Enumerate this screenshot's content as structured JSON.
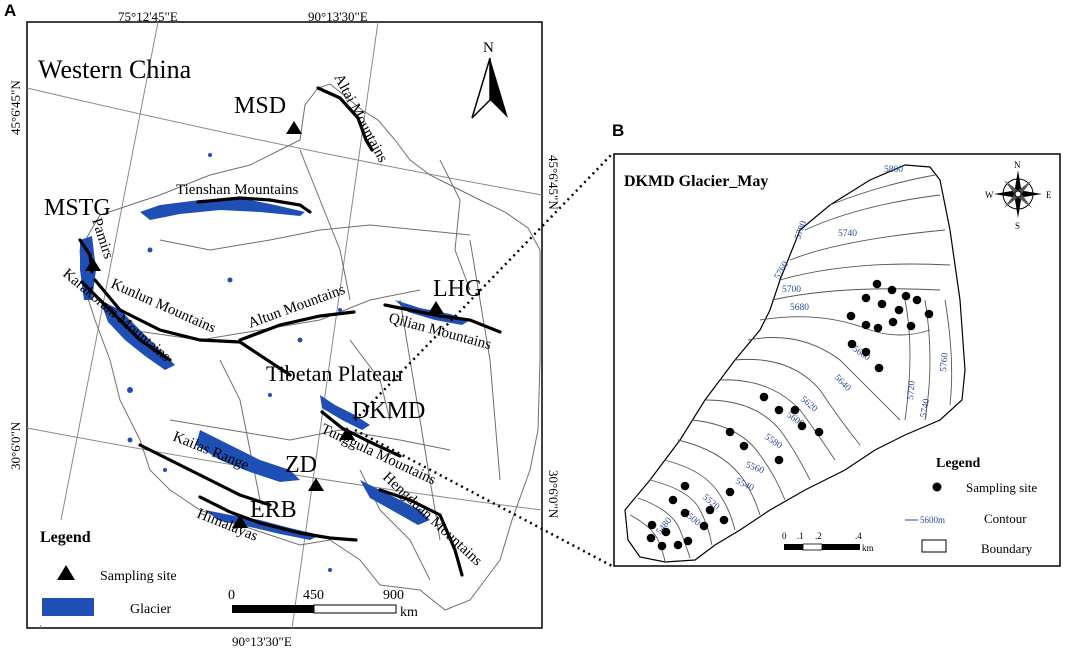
{
  "panel_a": {
    "label": "A",
    "title": "Western China",
    "north": "N",
    "coords": {
      "top_left": "75°12'45\"E",
      "top_right": "90°13'30\"E",
      "bottom": "90°13'30\"E",
      "left_upper": "45°6'45\"N",
      "left_lower": "30°6'0\"N",
      "right_upper": "45°6'45\"N",
      "right_lower": "30°6'0\"N"
    },
    "sites": {
      "msd": "MSD",
      "mstg": "MSTG",
      "lhg": "LHG",
      "dkmd": "DKMD",
      "zd": "ZD",
      "erb": "ERB"
    },
    "ranges": {
      "altai": "Altai Mountains",
      "tienshan": "Tienshan Mountains",
      "pamirs": "Pamirs",
      "karakoram": "Karakoram Mountains",
      "kunlun": "Kunlun Mountains",
      "altun": "Altun Mountains",
      "qilian": "Qilian Mountains",
      "plateau": "Tibetan Plateau",
      "tanggula": "Tunggula Mountains",
      "kailas": "Kailas Range",
      "hengduan": "Hengduan Mountains",
      "himalayas": "Himalayas"
    },
    "legend": {
      "title": "Legend",
      "sampling_site": "Sampling site",
      "glacier": "Glacier"
    },
    "scale": {
      "t0": "0",
      "t1": "450",
      "t2": "900",
      "unit": "km"
    }
  },
  "panel_b": {
    "label": "B",
    "title": "DKMD Glacier_May",
    "compass": {
      "n": "N",
      "s": "S",
      "e": "E",
      "w": "W"
    },
    "contours": [
      "5800",
      "5780",
      "5740",
      "5760",
      "5700",
      "5680",
      "5660",
      "5640",
      "5620",
      "5600",
      "5580",
      "5560",
      "5540",
      "5520",
      "5500",
      "5480",
      "5720",
      "5740",
      "5760"
    ],
    "legend": {
      "title": "Legend",
      "sampling_site": "Sampling site",
      "contour_sample": "5600m",
      "contour": "Contour",
      "boundary": "Boundary"
    },
    "scale": {
      "t0": "0",
      "t1": ".1",
      "t2": ".2",
      "t3": ".4",
      "unit": "km"
    }
  },
  "colors": {
    "glacier": "#1f4fb5",
    "contour_label": "#2a4a9a",
    "line": "#000000",
    "grid": "#8a8a8a"
  }
}
